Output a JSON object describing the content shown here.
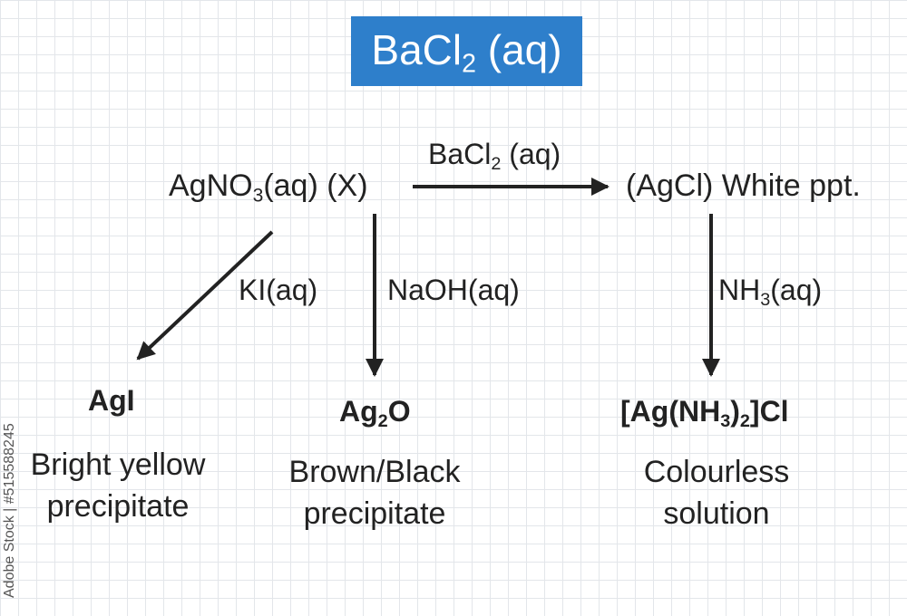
{
  "title": {
    "main": "BaCl",
    "sub": "2",
    "tail": " (aq)"
  },
  "reactant": {
    "a": "AgNO",
    "sub": "3",
    "b": "(aq) (X)"
  },
  "top_reaction": {
    "reagent": {
      "a": "BaCl",
      "sub": "2",
      "b": " (aq)"
    },
    "product": "(AgCl) White ppt."
  },
  "left_branch": {
    "reagent": "KI(aq)",
    "product": "AgI",
    "description": [
      "Bright yellow",
      "precipitate"
    ]
  },
  "middle_branch": {
    "reagent": "NaOH(aq)",
    "product": {
      "a": "Ag",
      "sub": "2",
      "b": "O"
    },
    "description": [
      "Brown/Black",
      "precipitate"
    ]
  },
  "right_branch": {
    "reagent": {
      "a": "NH",
      "sub": "3",
      "b": "(aq)"
    },
    "product": {
      "a": "[Ag(NH",
      "sub1": "3",
      "b": ")",
      "sub2": "2",
      "c": "]Cl"
    },
    "description": [
      "Colourless",
      "solution"
    ]
  },
  "watermark_id": "Adobe Stock | #515588245",
  "colors": {
    "title_bg": "#2e7fcb",
    "title_text": "#ffffff",
    "arrow": "#222222",
    "text": "#222222"
  }
}
